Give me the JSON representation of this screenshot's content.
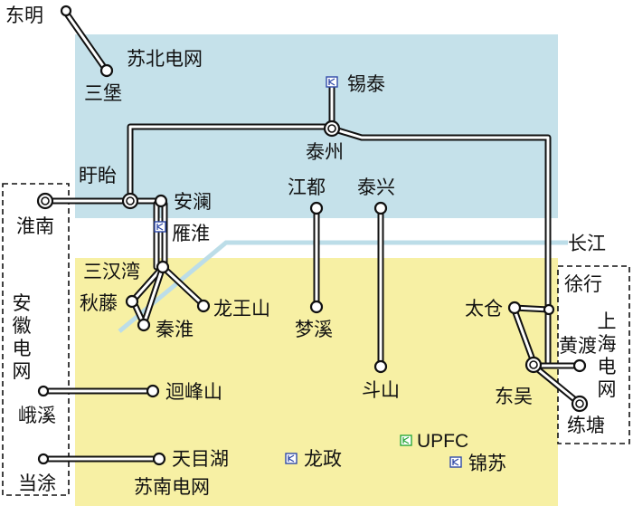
{
  "regions": {
    "subei_grid": "苏北电网",
    "sunan_grid": "苏南电网",
    "anhui_grid": "安徽电网",
    "shanghai_grid": "上海电网",
    "river": "长江",
    "colors": {
      "subei": "#c5e1ea",
      "sunan": "#f7f0a4",
      "river": "#bcdde8"
    }
  },
  "stations": {
    "dongming": "东明",
    "sanbao": "三堡",
    "xitai": "锡泰",
    "taizhou": "泰州",
    "xuyi": "盱眙",
    "anlan": "安澜",
    "huainan": "淮南",
    "yanhuai": "雁淮",
    "jiangdu": "江都",
    "taixing": "泰兴",
    "sanhanwan": "三汉湾",
    "qiuteng": "秋藤",
    "qinhuai": "秦淮",
    "longwangshan": "龙王山",
    "mengxi": "梦溪",
    "taicang": "太仓",
    "xuhang": "徐行",
    "huangdu": "黄渡",
    "dongwu": "东吴",
    "liantang": "练塘",
    "doushan": "斗山",
    "exi": "峨溪",
    "huifengshan": "迴峰山",
    "dangtu": "当涂",
    "tianmuhu": "天目湖",
    "longzheng": "龙政",
    "jinsu": "锦苏"
  },
  "devices": {
    "upfc_label": "UPFC",
    "converter_color": "#2f49a8",
    "upfc_color": "#2aa83a"
  }
}
